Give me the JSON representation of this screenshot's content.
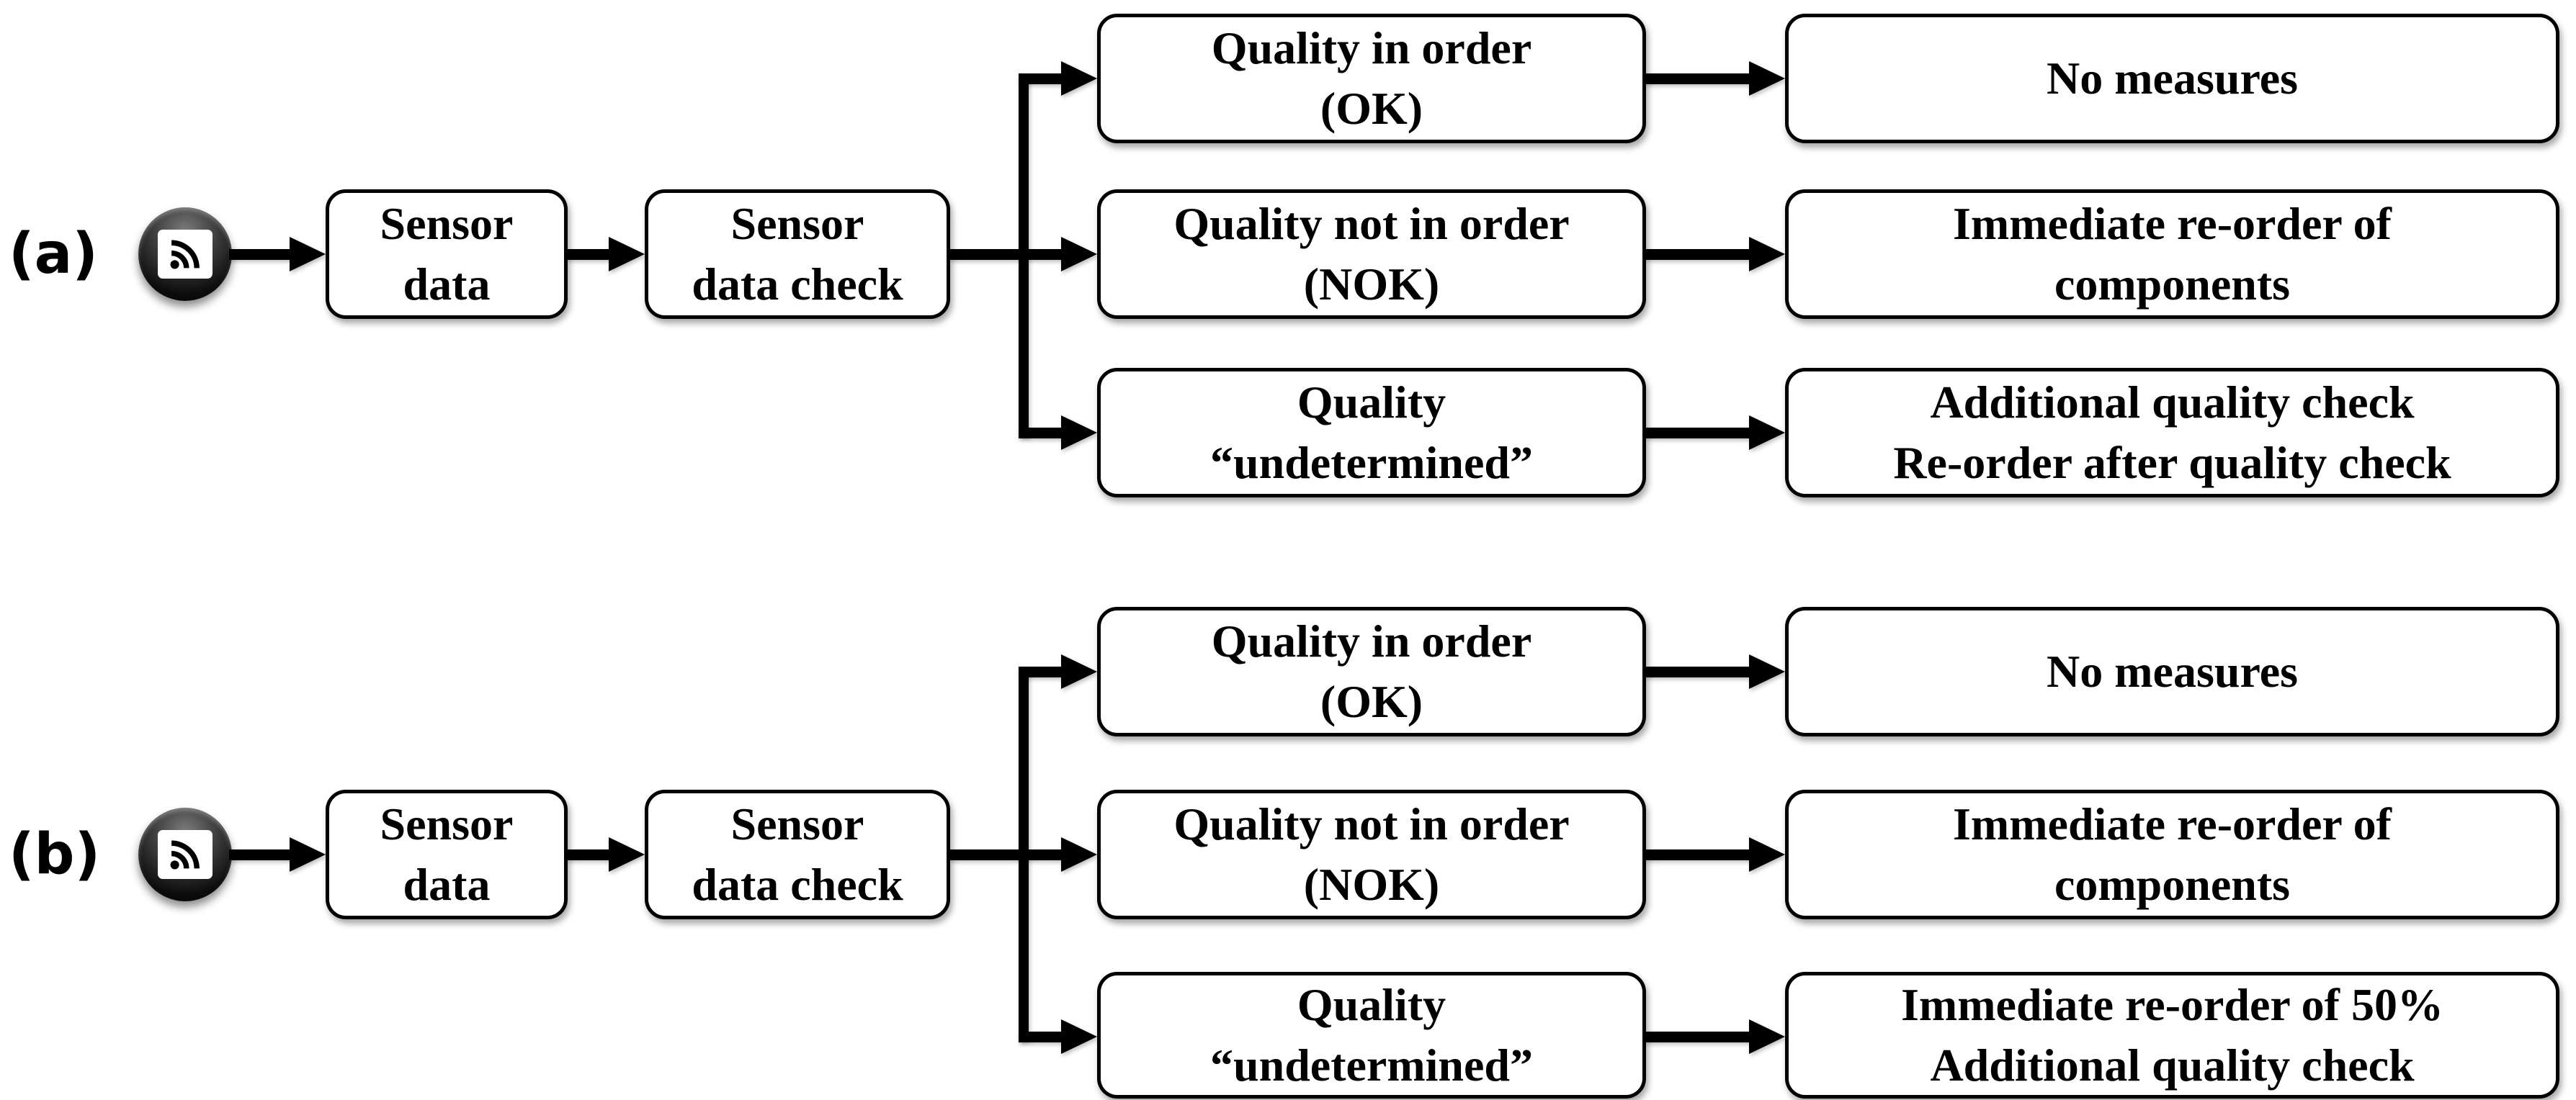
{
  "figure": {
    "background": "#ffffff",
    "line_color": "#000000",
    "box_fill": "#ffffff",
    "icon": "rss-sensor-icon"
  },
  "sections": [
    {
      "label": "(a)",
      "nodes": {
        "source_lines": [
          "Sensor",
          "data"
        ],
        "check_lines": [
          "Sensor",
          "data check"
        ]
      },
      "branches": [
        {
          "condition_lines": [
            "Quality in order",
            "(OK)"
          ],
          "action_lines": [
            "No measures",
            ""
          ]
        },
        {
          "condition_lines": [
            "Quality not in order",
            "(NOK)"
          ],
          "action_lines": [
            "Immediate re-order of",
            "components"
          ]
        },
        {
          "condition_lines": [
            "Quality",
            "“undetermined”"
          ],
          "action_lines": [
            "Additional quality check",
            "Re-order after quality check"
          ]
        }
      ]
    },
    {
      "label": "(b)",
      "nodes": {
        "source_lines": [
          "Sensor",
          "data"
        ],
        "check_lines": [
          "Sensor",
          "data check"
        ]
      },
      "branches": [
        {
          "condition_lines": [
            "Quality in order",
            "(OK)"
          ],
          "action_lines": [
            "No measures",
            ""
          ]
        },
        {
          "condition_lines": [
            "Quality not in order",
            "(NOK)"
          ],
          "action_lines": [
            "Immediate re-order of",
            "components"
          ]
        },
        {
          "condition_lines": [
            "Quality",
            "“undetermined”"
          ],
          "action_lines": [
            "Immediate re-order of 50%",
            "Additional quality check"
          ]
        }
      ]
    }
  ]
}
